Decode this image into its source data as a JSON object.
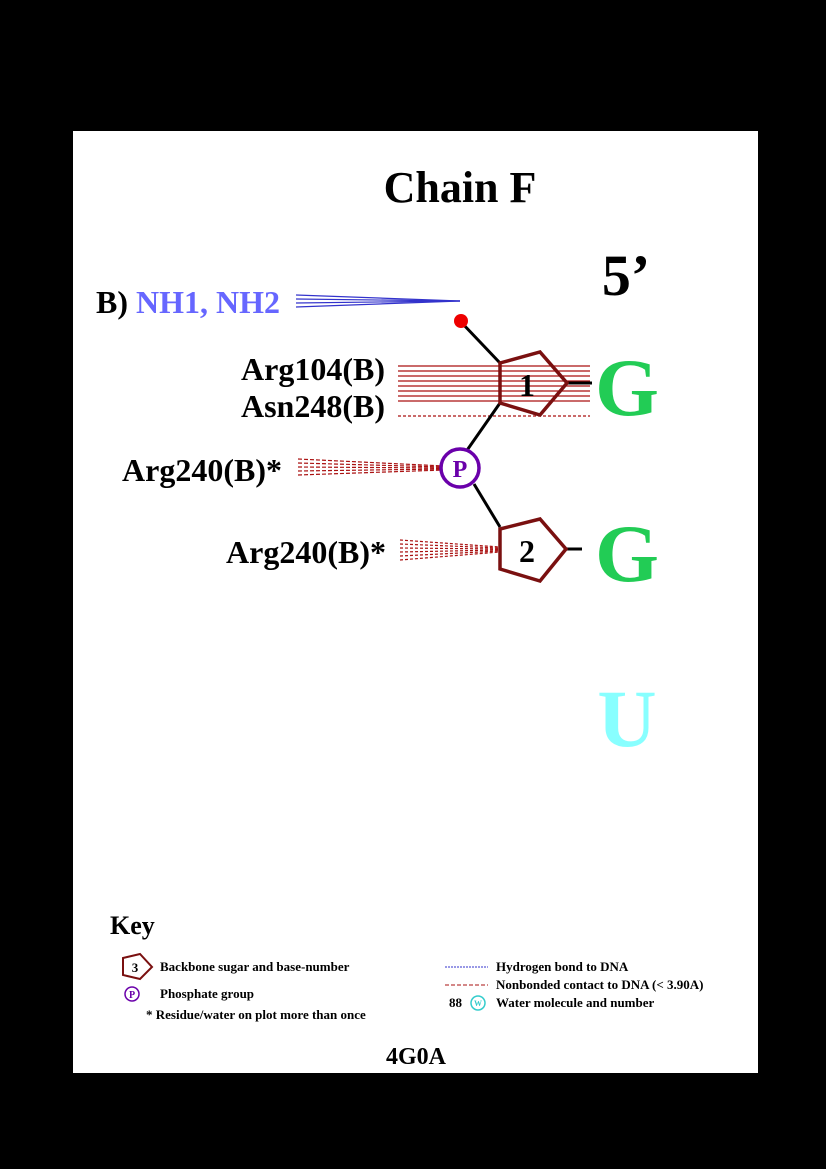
{
  "title": "Chain F",
  "strand_end": "5’",
  "residues": [
    {
      "label": "B) NH1, NH2",
      "color": "#6666ff"
    },
    {
      "label": "Arg104(B)",
      "color": "#000000"
    },
    {
      "label": "Asn248(B)",
      "color": "#000000"
    },
    {
      "label": "Arg240(B)*",
      "color": "#000000"
    },
    {
      "label": "Arg240(B)*",
      "color": "#000000"
    }
  ],
  "nucleotides": [
    {
      "number": "1",
      "base": "G",
      "base_color": "#22cc55"
    },
    {
      "number": "2",
      "base": "G",
      "base_color": "#22cc55"
    },
    {
      "number": "",
      "base": "U",
      "base_color": "#88ffff"
    }
  ],
  "phosphate_label": "P",
  "colors": {
    "hbond": "#3333cc",
    "nonbonded": "#aa1111",
    "sugar": "#7a1010",
    "phosphate": "#6a00aa",
    "oxygen": "#ee0000"
  },
  "key": {
    "heading": "Key",
    "sugar_example": "3",
    "sugar_text": "Backbone sugar and base-number",
    "phosphate_example": "P",
    "phosphate_text": "Phosphate group",
    "repeat_text": "* Residue/water on plot more than once",
    "hbond_text": "Hydrogen bond to DNA",
    "nonbonded_text": "Nonbonded contact to DNA (< 3.90A)",
    "water_number": "88",
    "water_symbol": "W",
    "water_text": "Water molecule and number"
  },
  "pdb_id": "4G0A"
}
